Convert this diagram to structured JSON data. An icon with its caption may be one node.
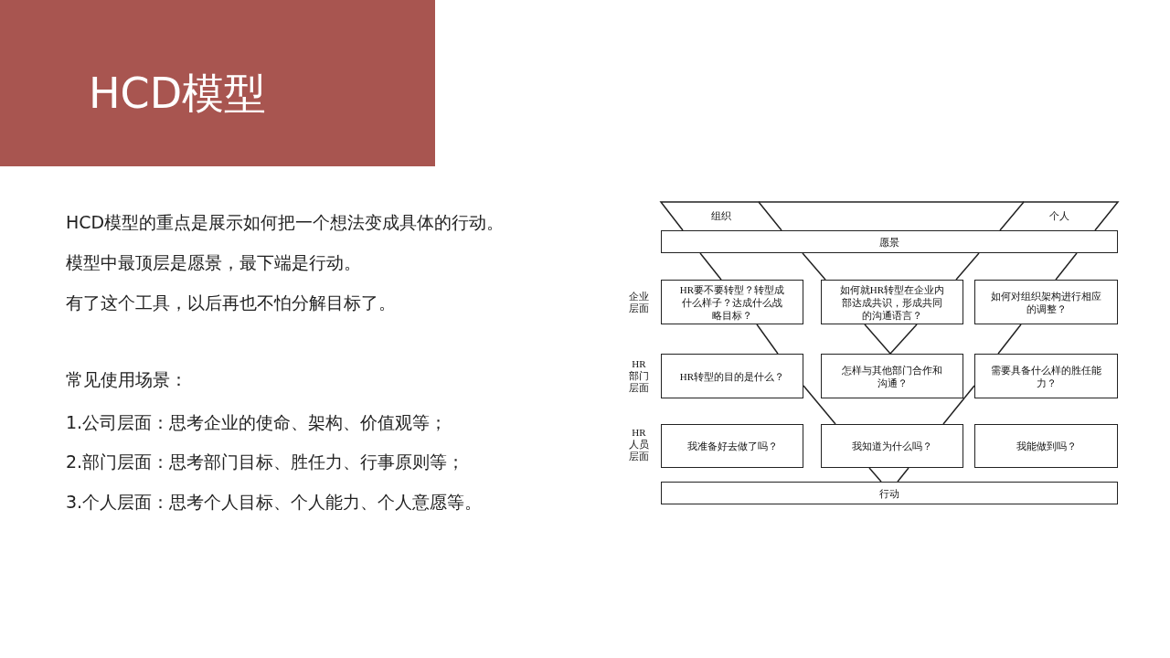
{
  "diagram": {
    "title": "HCD模型",
    "nodes": [
      {
        "text": [
          "组织"
        ]
      },
      {
        "text": [
          "个人"
        ]
      },
      {
        "text": [
          "愿景"
        ]
      },
      {
        "text": [
          "HR要不要转型？转型成什么样子？达成什么战略目标？"
        ]
      },
      {
        "text": [
          "如何就HR转型在企业内部达成共识，形成共同的沟通语言？"
        ]
      },
      {
        "text": [
          "如何对组织架构进行相应的调整？"
        ]
      },
      {
        "text": [
          "HR转型的目的是什么？"
        ]
      },
      {
        "text": [
          "怎样与其他部门合作和沟通？"
        ]
      },
      {
        "text": [
          "需要具备什么样的胜任能力？"
        ]
      },
      {
        "text": [
          "我准备好去做了吗？"
        ]
      },
      {
        "text": [
          "我知道为什么吗？"
        ]
      },
      {
        "text": [
          "我能做到吗？"
        ]
      },
      {
        "text": [
          "行动"
        ]
      }
    ],
    "edges": [
      {
        "from": 2,
        "to": 3,
        "arrow": "none"
      },
      {
        "from": 2,
        "to": 4,
        "arrow": "none"
      },
      {
        "from": 2,
        "to": 4,
        "arrow": "none"
      },
      {
        "from": 2,
        "to": 5,
        "arrow": "none"
      },
      {
        "from": 3,
        "to": 6,
        "arrow": "none"
      },
      {
        "from": 4,
        "to": 7,
        "arrow": "none"
      },
      {
        "from": 4,
        "to": 7,
        "arrow": "none"
      },
      {
        "from": 5,
        "to": 8,
        "arrow": "none"
      },
      {
        "from": 6,
        "to": 10,
        "arrow": "none"
      },
      {
        "from": 8,
        "to": 10,
        "arrow": "none"
      },
      {
        "from": 10,
        "to": 12,
        "arrow": "none"
      },
      {
        "from": 10,
        "to": 12,
        "arrow": "none"
      }
    ],
    "labels": [
      "HCD模型的重点是展示如何把一个想法变成具体的行动。",
      "模型中最顶层是愿景，最下端是行动。",
      "有了这个工具，以后再也不怕分解目标了。",
      "常见使用场景：",
      "1.公司层面：思考企业的使命、架构、价值观等；",
      "2.部门层面：思考部门目标、胜任力、行事原则等；",
      "3.个人层面：思考个人目标、个人能力、个人意愿等。",
      "企业层面",
      "HR部门层面",
      "HR人员层面"
    ]
  }
}
